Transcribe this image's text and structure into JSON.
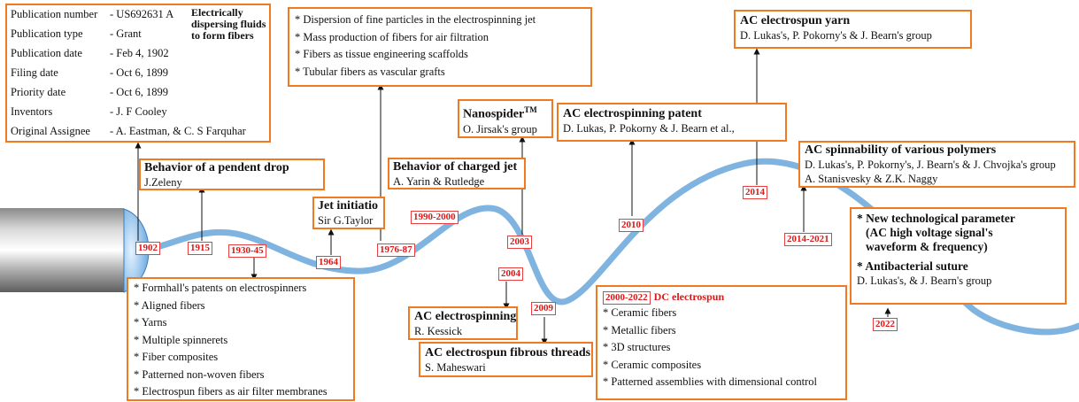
{
  "publication": {
    "rows": [
      {
        "key": "Publication number",
        "value": "- US692631 A"
      },
      {
        "key": "Publication type",
        "value": "-  Grant"
      },
      {
        "key": "Publication date",
        "value": "-  Feb 4, 1902"
      },
      {
        "key": "Filing date",
        "value": "-  Oct 6, 1899"
      },
      {
        "key": "Priority date",
        "value": "-  Oct 6, 1899"
      },
      {
        "key": "Inventors",
        "value": "-   J. F Cooley"
      },
      {
        "key": "Original Assignee",
        "value": "-  A. Eastman, & C. S Farquhar"
      }
    ],
    "note": "Electrically dispersing fluids to form fibers"
  },
  "years": {
    "y1902": "1902",
    "y1915": "1915",
    "y1930": "1930-45",
    "y1964": "1964",
    "y1976": "1976-87",
    "y1990": "1990-2000",
    "y2003": "2003",
    "y2004": "2004",
    "y2009": "2009",
    "y2010": "2010",
    "y2014": "2014",
    "y2014b": "2014-2021",
    "y2022": "2022"
  },
  "events": {
    "zeleny": {
      "title": "Behavior of a pendent drop",
      "sub": "J.Zeleny"
    },
    "taylor": {
      "title": "Jet initiatio",
      "sub": "Sir G.Taylor"
    },
    "yarin": {
      "title": "Behavior of charged jet",
      "sub": "A. Yarin & Rutledge"
    },
    "nanospider": {
      "title": "Nanospider",
      "tm": "TM",
      "sub": "O. Jirsak's group"
    },
    "acpatent": {
      "title": "AC electrospinning  patent",
      "sub": "D. Lukas, P. Pokorny & J. Bearn et al.,"
    },
    "acyarn": {
      "title": "AC electrospun yarn",
      "sub": "D. Lukas's, P. Pokorny's & J. Bearn's  group"
    },
    "acspin": {
      "title": "AC spinnability of various polymers",
      "sub1": "D. Lukas's, P. Pokorny's, J. Bearn's & J. Chvojka's group",
      "sub2": "A. Stanisvesky & Z.K. Naggy"
    },
    "kessick": {
      "title": "AC electrospinning",
      "sub": "R. Kessick"
    },
    "maheswari": {
      "title": "AC electrospun fibrous threads",
      "sub": "S. Maheswari"
    },
    "newparam": {
      "star1": "*",
      "title1": "New technological parameter",
      "title2": "(AC high voltage signal's",
      "title3": "waveform & frequency)",
      "star2": "*",
      "title4": "Antibacterial suture",
      "sub": "D. Lukas's, & J. Bearn's  group"
    }
  },
  "lists": {
    "era7687": [
      "* Dispersion of fine particles in the electrospinning jet",
      "* Mass production of fibers for air filtration",
      "* Fibers as tissue engineering scaffolds",
      "* Tubular fibers as vascular grafts"
    ],
    "era3045": [
      "* Formhall's patents on electrospinners",
      "* Aligned fibers",
      "* Yarns",
      "* Multiple spinnerets",
      "* Fiber composites",
      "* Patterned non-woven fibers",
      "* Electrospun fibers as air filter membranes"
    ],
    "dc": {
      "badge": "2000-2022",
      "title": "DC electrospun",
      "items": [
        "* Ceramic fibers",
        "* Metallic fibers",
        "* 3D structures",
        "* Ceramic composites",
        "* Patterned assemblies with dimensional control"
      ]
    }
  },
  "colors": {
    "box_border": "#f07a22",
    "year_text": "#d81a1a",
    "wave": "#7fb3e0"
  }
}
